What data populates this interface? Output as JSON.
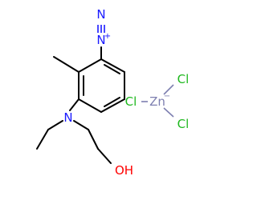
{
  "molecule": {
    "atoms": {
      "n_amine": "N",
      "hydroxyl": "OH",
      "diazo_n1": "N",
      "diazo_n2": "N",
      "diazo_plus": "+",
      "zinc": "Zn",
      "zinc_minus": "−",
      "cl_top": "Cl",
      "cl_left": "Cl",
      "cl_bottom": "Cl"
    }
  },
  "colors": {
    "carbon_bond": "#000000",
    "nitrogen": "#1a1aff",
    "oxygen": "#ff0000",
    "chlorine": "#1fb81f",
    "zinc": "#7d7fb0"
  }
}
